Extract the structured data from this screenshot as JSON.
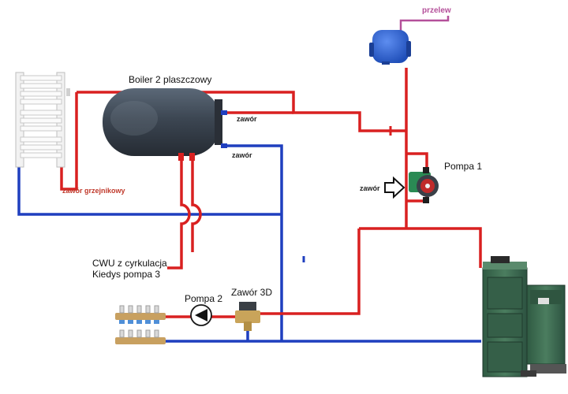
{
  "colors": {
    "hot_pipe": "#d92020",
    "cold_pipe": "#1f3fbf",
    "overflow_pipe": "#b4509a",
    "tank_blue": "#2257c8",
    "boiler_green": "#3f6e52"
  },
  "labels": {
    "boiler": "Boiler 2 plaszczowy",
    "zawor_top": "zawór",
    "zawor_bottom": "zawór",
    "zawor_grzejnikowy": "zawór grzejnikowy",
    "przelew": "przelew",
    "pompa1": "Pompa 1",
    "zawor_left": "zawór",
    "cwu_line1": "CWU z cyrkulacja",
    "cwu_line2": "Kiedys pompa 3",
    "pompa2": "Pompa 2",
    "zawor3d": "Zawór 3D"
  },
  "components": {
    "radiator": "towel-radiator",
    "boiler_tank": "double-jacket-boiler",
    "expansion_tank": "expansion-vessel",
    "pump1": "circulation-pump",
    "pump2": "pump-symbol",
    "valve3d": "three-way-valve",
    "manifold": "floor-heating-manifold",
    "furnace": "pellet-boiler"
  },
  "icons": {
    "direction_arrow": "right-arrow-icon"
  }
}
